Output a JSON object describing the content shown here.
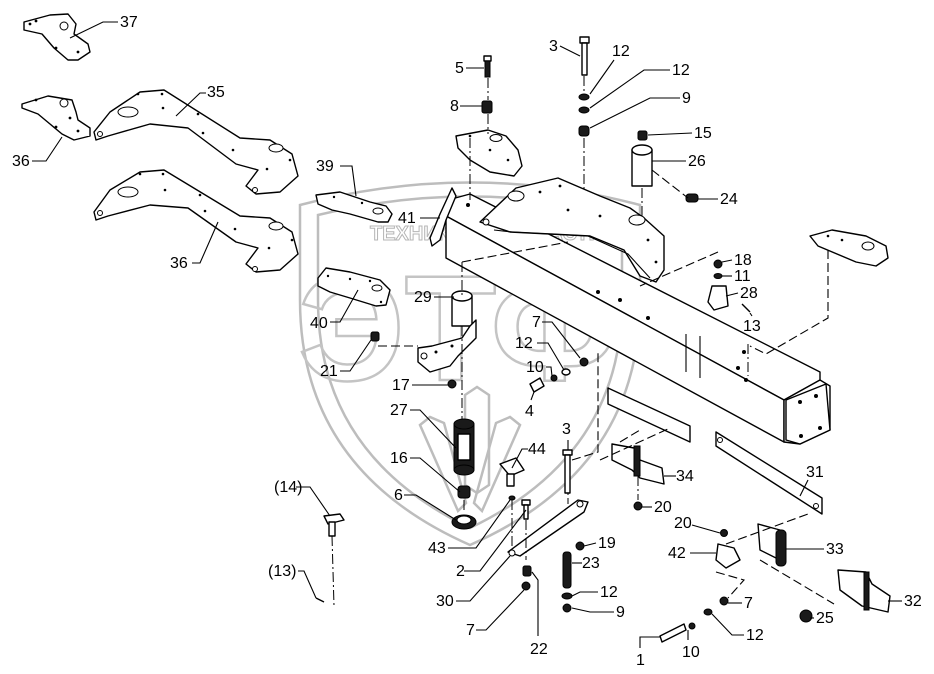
{
  "diagram": {
    "type": "exploded-parts-diagram",
    "watermark": {
      "brand_letters": "ЭТФ",
      "text": "ТЕХНИКА ⚙ ЗАПЧАСТИ",
      "color": "#bdbdbd"
    },
    "callouts": [
      {
        "id": "c37a",
        "label": "37"
      },
      {
        "id": "c35",
        "label": "35"
      },
      {
        "id": "c36a",
        "label": "36"
      },
      {
        "id": "c36b",
        "label": "36"
      },
      {
        "id": "c39",
        "label": "39"
      },
      {
        "id": "c40",
        "label": "40"
      },
      {
        "id": "c41",
        "label": "41"
      },
      {
        "id": "c29",
        "label": "29"
      },
      {
        "id": "c21",
        "label": "21"
      },
      {
        "id": "c17",
        "label": "17"
      },
      {
        "id": "c27",
        "label": "27"
      },
      {
        "id": "c16",
        "label": "16"
      },
      {
        "id": "c6",
        "label": "6"
      },
      {
        "id": "c43",
        "label": "43"
      },
      {
        "id": "c44",
        "label": "44"
      },
      {
        "id": "c2",
        "label": "2"
      },
      {
        "id": "c30",
        "label": "30"
      },
      {
        "id": "c7a",
        "label": "7"
      },
      {
        "id": "c22",
        "label": "22"
      },
      {
        "id": "c14",
        "label": "(14)"
      },
      {
        "id": "c13p",
        "label": "(13)"
      },
      {
        "id": "c5",
        "label": "5"
      },
      {
        "id": "c8",
        "label": "8"
      },
      {
        "id": "c3a",
        "label": "3"
      },
      {
        "id": "c12a",
        "label": "12"
      },
      {
        "id": "c12b",
        "label": "12"
      },
      {
        "id": "c9a",
        "label": "9"
      },
      {
        "id": "c15",
        "label": "15"
      },
      {
        "id": "c26",
        "label": "26"
      },
      {
        "id": "c24",
        "label": "24"
      },
      {
        "id": "c18",
        "label": "18"
      },
      {
        "id": "c11",
        "label": "11"
      },
      {
        "id": "c28",
        "label": "28"
      },
      {
        "id": "c13",
        "label": "13"
      },
      {
        "id": "c7b",
        "label": "7"
      },
      {
        "id": "c12c",
        "label": "12"
      },
      {
        "id": "c10a",
        "label": "10"
      },
      {
        "id": "c4",
        "label": "4"
      },
      {
        "id": "c3b",
        "label": "3"
      },
      {
        "id": "c34",
        "label": "34"
      },
      {
        "id": "c20a",
        "label": "20"
      },
      {
        "id": "c19",
        "label": "19"
      },
      {
        "id": "c23",
        "label": "23"
      },
      {
        "id": "c12d",
        "label": "12"
      },
      {
        "id": "c9b",
        "label": "9"
      },
      {
        "id": "c31",
        "label": "31"
      },
      {
        "id": "c20b",
        "label": "20"
      },
      {
        "id": "c42",
        "label": "42"
      },
      {
        "id": "c33",
        "label": "33"
      },
      {
        "id": "c32",
        "label": "32"
      },
      {
        "id": "c25",
        "label": "25"
      },
      {
        "id": "c7c",
        "label": "7"
      },
      {
        "id": "c12e",
        "label": "12"
      },
      {
        "id": "c10b",
        "label": "10"
      },
      {
        "id": "c1",
        "label": "1"
      }
    ]
  }
}
